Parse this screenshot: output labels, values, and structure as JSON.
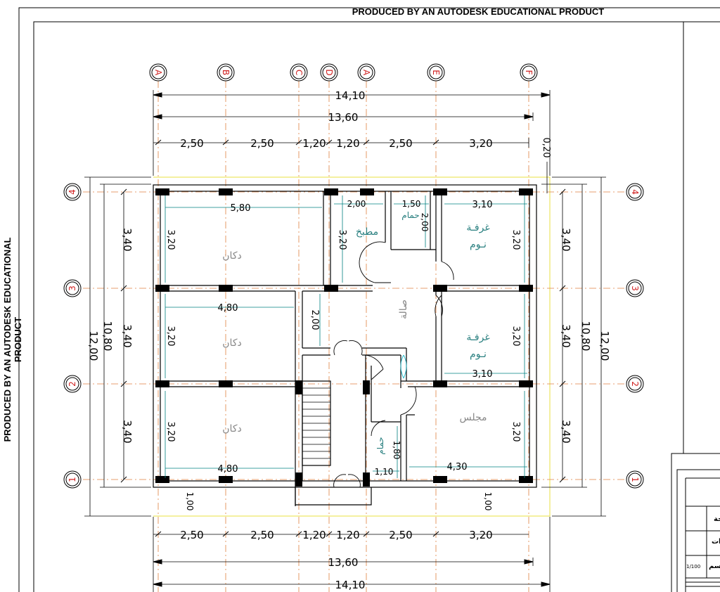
{
  "watermark": "PRODUCED BY AN AUTODESK EDUCATIONAL PRODUCT",
  "grid_columns": [
    "A",
    "B",
    "C",
    "D",
    "A",
    "E",
    "F"
  ],
  "grid_rows": [
    "4",
    "3",
    "2",
    "1"
  ],
  "dims_top": {
    "overall": "14,10",
    "inner": "13,60",
    "segments": [
      "2,50",
      "2,50",
      "1,20",
      "1,20",
      "2,50",
      "3,20"
    ],
    "offset": "0,20"
  },
  "dims_bottom": {
    "overall": "14,10",
    "inner": "13,60",
    "segments": [
      "2,50",
      "2,50",
      "1,20",
      "1,20",
      "2,50",
      "3,20"
    ],
    "offset_left": "1,00",
    "offset_right": "1,00"
  },
  "dims_left": {
    "overall": "12,00",
    "inner": "10,80",
    "segments": [
      "3,40",
      "3,40",
      "3,40"
    ]
  },
  "dims_right": {
    "overall": "12,00",
    "inner": "10,80",
    "segments": [
      "3,40",
      "3,40",
      "3,40"
    ]
  },
  "rooms": {
    "shop1": {
      "name": "دكان",
      "width": "5,80",
      "height": "3,20"
    },
    "shop2": {
      "name": "دكان",
      "width": "4,80",
      "height": "3,20"
    },
    "shop3": {
      "name": "دكان",
      "width": "4,80",
      "height": "3,20"
    },
    "kitchen": {
      "name": "مطبخ",
      "width": "2,00",
      "height": "3,20"
    },
    "bath_top": {
      "name": "حمام",
      "width": "1,50",
      "height": "2,00"
    },
    "bedroom1": {
      "name_line1": "غرفـة",
      "name_line2": "نـوم",
      "width": "3,10",
      "height": "3,20"
    },
    "bedroom2": {
      "name_line1": "غرفـة",
      "name_line2": "نـوم",
      "width": "3,10",
      "height": "3,20"
    },
    "hall": {
      "name": "صالة",
      "dim": "2,00"
    },
    "majlis": {
      "name": "مجلس",
      "width": "4,30",
      "height": "3,20"
    },
    "bath_bottom": {
      "name": "حمام",
      "width": "1,10",
      "height": "1,80"
    }
  },
  "title_block": {
    "row1": "حة",
    "row2": "ات",
    "scale": "1/100",
    "row3": "سم"
  },
  "colors": {
    "grid": "#e08040",
    "dim": "#000000",
    "wall": "#000000",
    "inner_dim": "#008080",
    "border_yellow": "#e8e040",
    "room_label": "#888888",
    "teal_label": "#2a8080",
    "bubble": "#d02020"
  }
}
